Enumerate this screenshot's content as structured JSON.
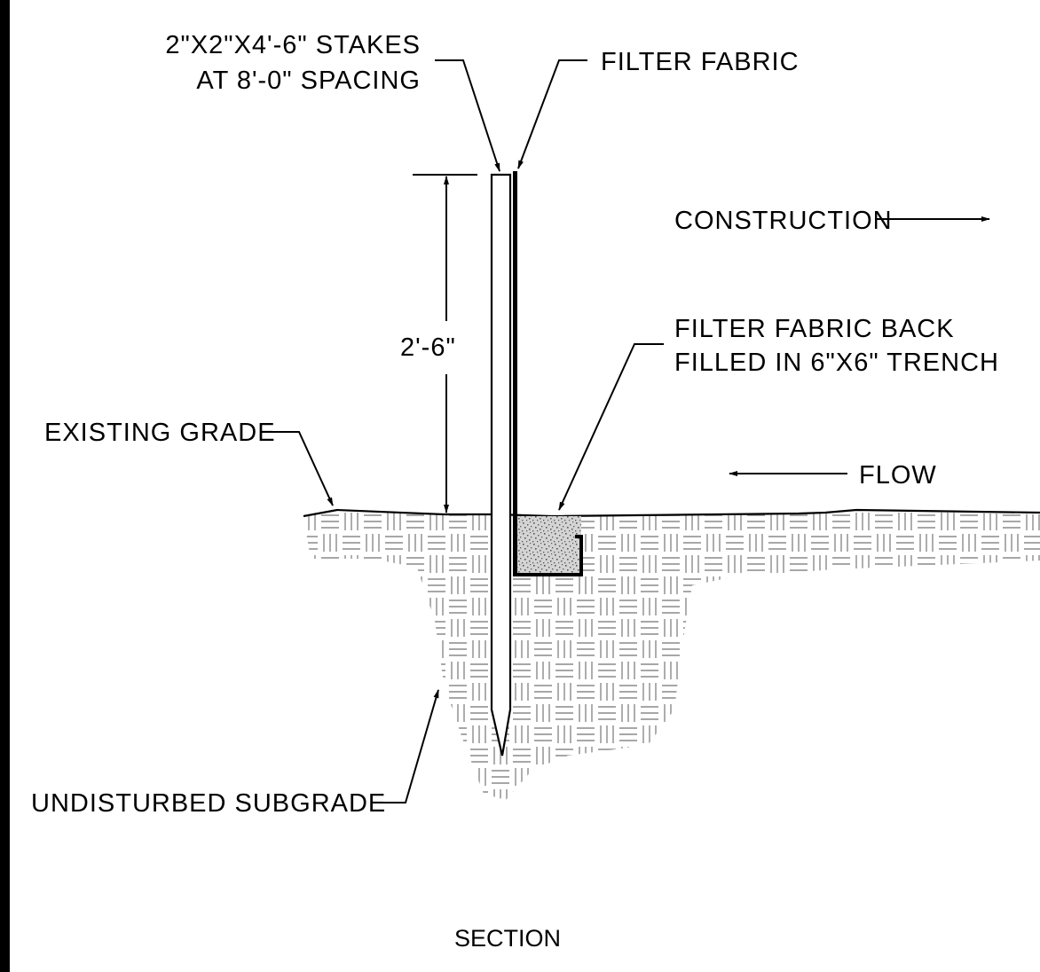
{
  "labels": {
    "stakes_line1": "2\"X2\"X4'-6\" STAKES",
    "stakes_line2": "AT 8'-0\" SPACING",
    "filter_fabric": "FILTER FABRIC",
    "construction": "CONSTRUCTION",
    "backfill_line1": "FILTER FABRIC BACK",
    "backfill_line2": "FILLED IN 6\"X6\" TRENCH",
    "dimension": "2'-6\"",
    "existing_grade": "EXISTING GRADE",
    "flow": "FLOW",
    "undisturbed_subgrade": "UNDISTURBED SUBGRADE",
    "section_title": "SECTION"
  },
  "colors": {
    "line": "#000000",
    "hatch": "#8a8a8a",
    "background": "#ffffff"
  }
}
